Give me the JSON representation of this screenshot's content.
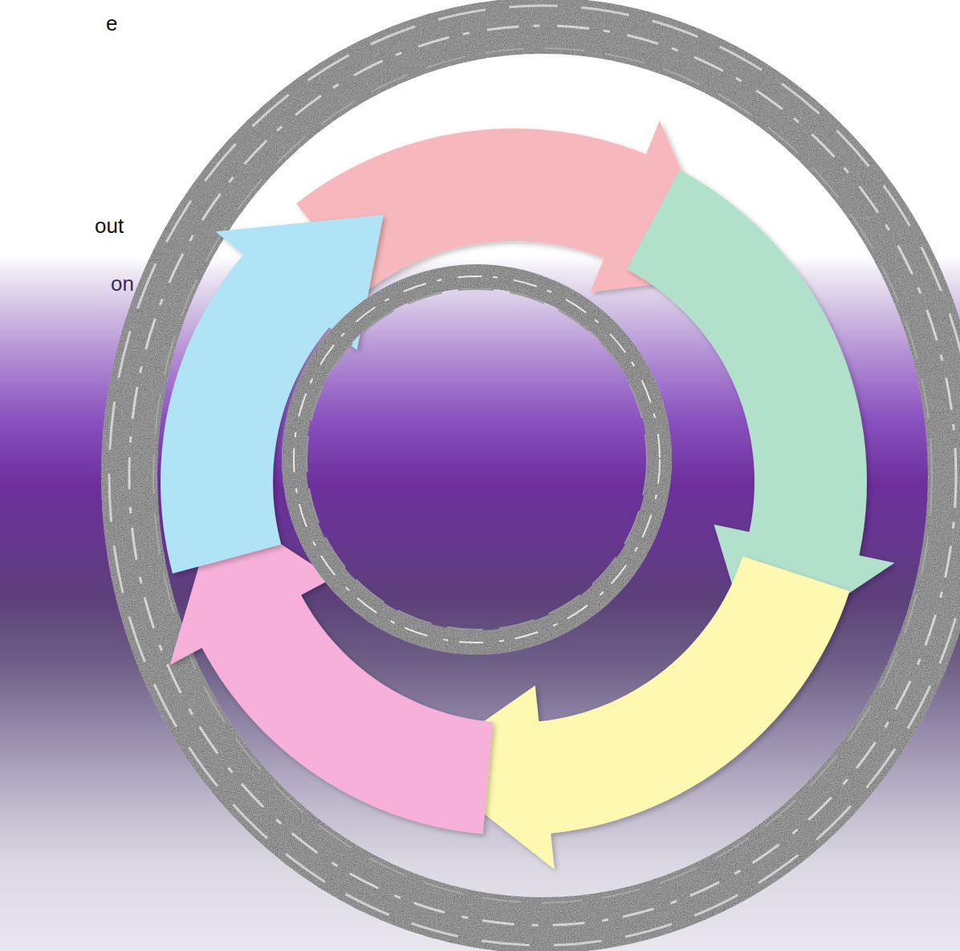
{
  "diagram": {
    "labels": [
      "e",
      "out",
      "on"
    ]
  }
}
